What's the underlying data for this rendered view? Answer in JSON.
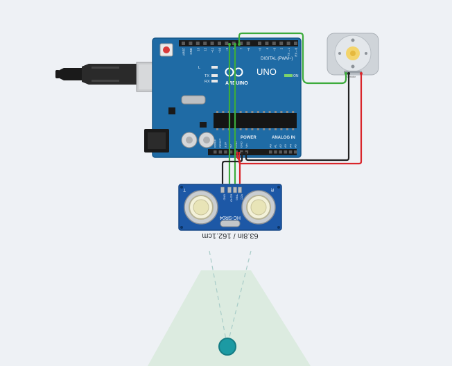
{
  "arduino": {
    "brand": "ARDUINO",
    "model": "UNO",
    "digital_header": "DIGITAL (PWM~)",
    "power_header": "POWER",
    "analog_header": "ANALOG IN",
    "led_l": "L",
    "led_tx": "TX",
    "led_rx": "RX",
    "led_on": "ON",
    "digital_pins": [
      "AREF",
      "GND",
      "13",
      "12",
      "~11",
      "~10",
      "~9",
      "8",
      "7",
      "~6",
      "~5",
      "4",
      "~3",
      "2",
      "TX→1",
      "RX←0"
    ],
    "power_pins": [
      "IOREF",
      "RESET",
      "3.3V",
      "5V",
      "GND",
      "GND",
      "Vin"
    ],
    "analog_pins": [
      "A0",
      "A1",
      "A2",
      "A3",
      "A4",
      "A5"
    ]
  },
  "sensor": {
    "model": "HC-SR04",
    "pins": [
      "VCC",
      "TRIG",
      "ECHO",
      "GND"
    ],
    "distance_readout": "63.8in / 162.1cm"
  },
  "motor": {
    "label": "DC motor"
  },
  "colors": {
    "board": "#1f6ba5",
    "board_dark": "#16578a",
    "sensor_board": "#1d58a6",
    "wire_green": "#3cab3c",
    "wire_red": "#d9262b",
    "wire_black": "#222222",
    "cone": "#dcebe0",
    "target": "#1c9aa3",
    "background": "#eef1f5"
  }
}
